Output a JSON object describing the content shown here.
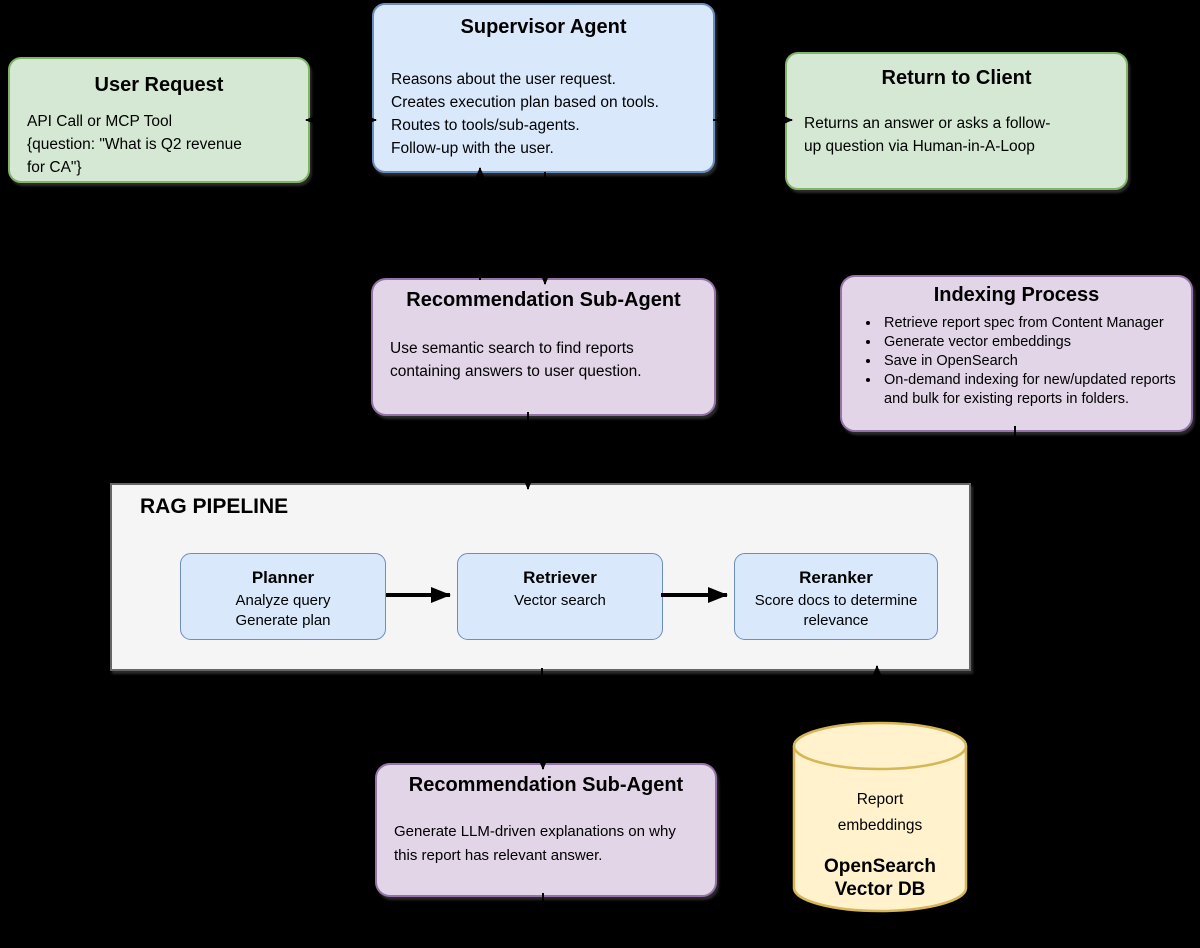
{
  "palette": {
    "background": "#000000",
    "text": "#000000",
    "arrow": "#000000",
    "green_fill": "#d5e8d4",
    "green_stroke": "#82b366",
    "blue_fill": "#dae8fc",
    "blue_stroke": "#6c8ebf",
    "purple_fill": "#e1d5e7",
    "purple_stroke": "#9673a6",
    "yellow_fill": "#fff2cc",
    "yellow_stroke": "#d6b656",
    "container_fill": "#f5f5f5",
    "container_stroke": "#666666"
  },
  "nodes": {
    "user_request": {
      "title": "User Request",
      "body": "API Call or MCP Tool\n{question: \"What is Q2 revenue\nfor CA\"}"
    },
    "supervisor_agent": {
      "title": "Supervisor Agent",
      "body": "Reasons about the user request.\nCreates execution plan based on tools.\nRoutes to tools/sub-agents.\nFollow-up with the user."
    },
    "return_to_client": {
      "title": "Return to Client",
      "body": "Returns an answer or asks a follow-\nup question via Human-in-A-Loop"
    },
    "recommendation_subagent_search": {
      "title": "Recommendation Sub-Agent",
      "body": "Use semantic search to find reports\ncontaining answers to user question."
    },
    "indexing_process": {
      "title": "Indexing Process",
      "bullets": [
        "Retrieve report spec from Content Manager",
        "Generate vector embeddings",
        "Save in OpenSearch",
        "On-demand indexing for new/updated reports\nand bulk for existing reports in folders."
      ]
    },
    "rag_pipeline": {
      "label": "RAG PIPELINE",
      "steps": [
        {
          "title": "Planner",
          "body": "Analyze query\nGenerate plan"
        },
        {
          "title": "Retriever",
          "body": "Vector search"
        },
        {
          "title": "Reranker",
          "body": "Score docs to determine\nrelevance"
        }
      ]
    },
    "recommendation_subagent_explain": {
      "title": "Recommendation Sub-Agent",
      "body": "Generate LLM-driven explanations on why\nthis report has relevant answer."
    },
    "vector_db": {
      "sub_label": "Report\nembeddings",
      "title": "OpenSearch\nVector DB"
    }
  }
}
